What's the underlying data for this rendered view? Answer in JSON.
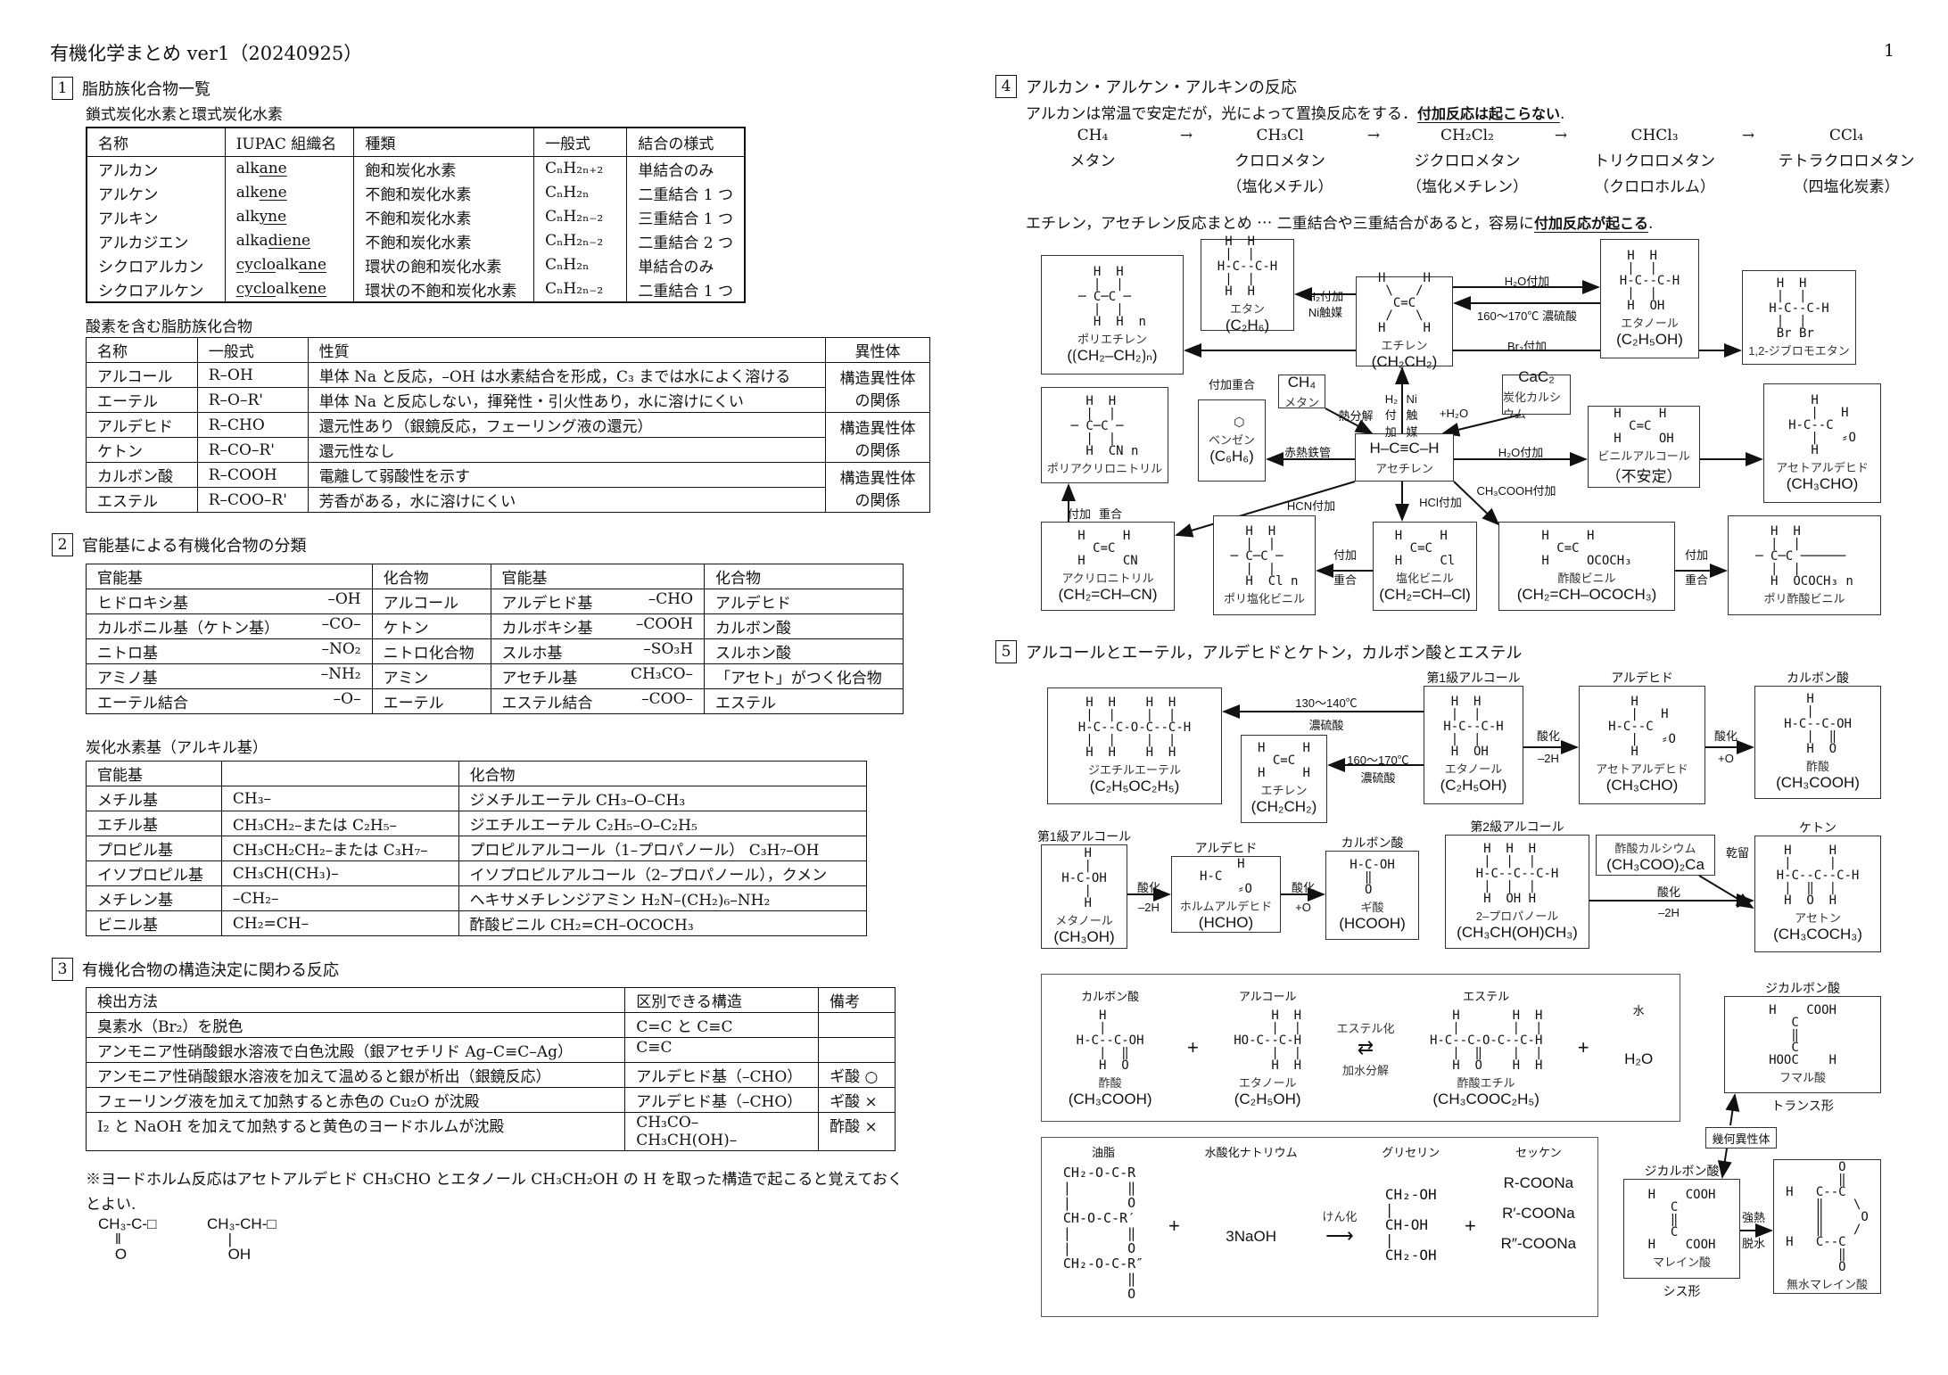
{
  "header": {
    "title": "有機化学まとめ ver1（20240925）",
    "page": "1"
  },
  "s1": {
    "num": "1",
    "title": "脂肪族化合物一覧",
    "sub1": "鎖式炭化水素と環式炭化水素",
    "t1_head": [
      "名称",
      "IUPAC 組織名",
      "種類",
      "一般式",
      "結合の様式"
    ],
    "t1_rows": [
      {
        "name": "アルカン",
        "pre": "alk",
        "suf": "ane",
        "iupac_pre_ul": "",
        "kind": "飽和炭化水素",
        "formula": "CₙH₂ₙ₊₂",
        "bond": "単結合のみ"
      },
      {
        "name": "アルケン",
        "pre": "alk",
        "suf": "ene",
        "iupac_pre_ul": "",
        "kind": "不飽和炭化水素",
        "formula": "CₙH₂ₙ",
        "bond": "二重結合 1 つ"
      },
      {
        "name": "アルキン",
        "pre": "alk",
        "suf": "yne",
        "iupac_pre_ul": "",
        "kind": "不飽和炭化水素",
        "formula": "CₙH₂ₙ₋₂",
        "bond": "三重結合 1 つ"
      },
      {
        "name": "アルカジエン",
        "pre": "alka",
        "suf": "diene",
        "iupac_pre_ul": "",
        "kind": "不飽和炭化水素",
        "formula": "CₙH₂ₙ₋₂",
        "bond": "二重結合 2 つ"
      },
      {
        "name": "シクロアルカン",
        "pre": "cyclo",
        "suf": "ane",
        "iupac_pre_ul": "",
        "mid": "alk",
        "kind": "環状の飽和炭化水素",
        "formula": "CₙH₂ₙ",
        "bond": "単結合のみ"
      },
      {
        "name": "シクロアルケン",
        "pre": "cyclo",
        "suf": "ene",
        "mid": "alk",
        "kind": "環状の不飽和炭化水素",
        "formula": "CₙH₂ₙ₋₂",
        "bond": "二重結合 1 つ"
      }
    ],
    "sub2": "酸素を含む脂肪族化合物",
    "t2_head": [
      "名称",
      "一般式",
      "性質",
      "異性体"
    ],
    "t2_rows": [
      {
        "name": "アルコール",
        "formula": "R–OH",
        "prop": "単体 Na と反応，–OH は水素結合を形成，C₃ までは水によく溶ける"
      },
      {
        "name": "エーテル",
        "formula": "R–O–R'",
        "prop": "単体 Na と反応しない，揮発性・引火性あり，水に溶けにくい"
      },
      {
        "name": "アルデヒド",
        "formula": "R–CHO",
        "prop": "還元性あり（銀鏡反応，フェーリング液の還元）"
      },
      {
        "name": "ケトン",
        "formula": "R–CO–R'",
        "prop": "還元性なし"
      },
      {
        "name": "カルボン酸",
        "formula": "R–COOH",
        "prop": "電離して弱酸性を示す"
      },
      {
        "name": "エステル",
        "formula": "R–COO–R'",
        "prop": "芳香がある，水に溶けにくい"
      }
    ],
    "isomer": [
      "構造異性体",
      "の関係"
    ]
  },
  "s2": {
    "num": "2",
    "title": "官能基による有機化合物の分類",
    "t3_head": [
      "官能基",
      "化合物",
      "官能基",
      "化合物"
    ],
    "t3_rows": [
      [
        "ヒドロキシ基",
        "–OH",
        "アルコール",
        "アルデヒド基",
        "–CHO",
        "アルデヒド"
      ],
      [
        "カルボニル基（ケトン基）",
        "–CO–",
        "ケトン",
        "カルボキシ基",
        "–COOH",
        "カルボン酸"
      ],
      [
        "ニトロ基",
        "–NO₂",
        "ニトロ化合物",
        "スルホ基",
        "–SO₃H",
        "スルホン酸"
      ],
      [
        "アミノ基",
        "–NH₂",
        "アミン",
        "アセチル基",
        "CH₃CO–",
        "「アセト」がつく化合物"
      ],
      [
        "エーテル結合",
        "–O–",
        "エーテル",
        "エステル結合",
        "–COO–",
        "エステル"
      ]
    ],
    "sub": "炭化水素基（アルキル基）",
    "t4_head": [
      "官能基",
      "",
      "化合物"
    ],
    "t4_rows": [
      [
        "メチル基",
        "CH₃–",
        "ジメチルエーテル CH₃–O–CH₃"
      ],
      [
        "エチル基",
        "CH₃CH₂–または C₂H₅–",
        "ジエチルエーテル C₂H₅–O–C₂H₅"
      ],
      [
        "プロピル基",
        "CH₃CH₂CH₂–または C₃H₇–",
        "プロピルアルコール（1–プロパノール） C₃H₇–OH"
      ],
      [
        "イソプロピル基",
        "CH₃CH(CH₃)–",
        "イソプロピルアルコール（2–プロパノール），クメン"
      ],
      [
        "メチレン基",
        "–CH₂–",
        "ヘキサメチレンジアミン H₂N–(CH₂)₆–NH₂"
      ],
      [
        "ビニル基",
        "CH₂=CH–",
        "酢酸ビニル CH₂=CH–OCOCH₃"
      ]
    ]
  },
  "s3": {
    "num": "3",
    "title": "有機化合物の構造決定に関わる反応",
    "t5_head": [
      "検出方法",
      "区別できる構造",
      "備考"
    ],
    "t5_rows": [
      [
        "臭素水（Br₂）を脱色",
        "C=C と C≡C",
        ""
      ],
      [
        "アンモニア性硝酸銀水溶液で白色沈殿（銀アセチリド Ag–C≡C–Ag）",
        "C≡C",
        ""
      ],
      [
        "アンモニア性硝酸銀水溶液を加えて温めると銀が析出（銀鏡反応）",
        "アルデヒド基（–CHO）",
        "ギ酸 ○"
      ],
      [
        "フェーリング液を加えて加熱すると赤色の Cu₂O が沈殿",
        "アルデヒド基（–CHO）",
        "ギ酸 ×"
      ],
      [
        "I₂ と NaOH を加えて加熱すると黄色のヨードホルムが沈殿",
        "CH₃CO–\nCH₃CH(OH)–",
        "酢酸 ×"
      ]
    ],
    "note1": "※ヨードホルム反応はアセトアルデヒド CH₃CHO とエタノール CH₃CH₂OH の H を取った構造で起こると覚えておく",
    "note2": "とよい.",
    "struct1": "CH₃-C-□\n    ‖\n    O",
    "struct2": "CH₃-CH-□\n     |\n     OH"
  },
  "s4": {
    "num": "4",
    "title": "アルカン・アルケン・アルキンの反応",
    "line1": "アルカンは常温で安定だが，光によって置換反応をする．",
    "line1_bold": "付加反応は起こらない",
    "chain": [
      {
        "f": "CH₄",
        "n": "メタン",
        "p": ""
      },
      {
        "f": "CH₃Cl",
        "n": "クロロメタン",
        "p": "（塩化メチル）"
      },
      {
        "f": "CH₂Cl₂",
        "n": "ジクロロメタン",
        "p": "（塩化メチレン）"
      },
      {
        "f": "CHCl₃",
        "n": "トリクロロメタン",
        "p": "（クロロホルム）"
      },
      {
        "f": "CCl₄",
        "n": "テトラクロロメタン",
        "p": "（四塩化炭素）"
      }
    ],
    "arrow": "→",
    "line2": "エチレン，アセチレン反応まとめ ⋯ 二重結合や三重結合があると，容易に",
    "line2_bold": "付加反応が起こる",
    "boxes": [
      {
        "id": "polyethylene",
        "s": "  H  H\n  |  |\n─ C─C ─\n  |  |\n  H  H  n",
        "n": "ポリエチレン",
        "f": "(⟮CH₂–CH₂⟯ₙ)"
      },
      {
        "id": "ethane",
        "s": " H  H\n |  |\nH-C--C-H\n |  |\n H  H",
        "n": "エタン",
        "f": "(C₂H₆)"
      },
      {
        "id": "ethylene",
        "s": "H     H\n \\   /\n  C=C\n /   \\\nH     H",
        "n": "エチレン",
        "f": "(CH₂CH₂)"
      },
      {
        "id": "ethanol",
        "s": " H  H\n |  |\nH-C--C-H\n |  |\n H  OH",
        "n": "エタノール",
        "f": "(C₂H₅OH)"
      },
      {
        "id": "dibromoethane",
        "s": " H  H\n |  |\nH-C--C-H\n |  |\n Br Br",
        "n": "1,2-ジブロモエタン",
        "f": ""
      },
      {
        "id": "methane",
        "s": "",
        "n": "",
        "f": "CH₄",
        "n2": "メタン"
      },
      {
        "id": "cac2",
        "s": "",
        "n": "",
        "f": "CaC₂",
        "n2": "炭化カルシウム"
      },
      {
        "id": "polyacrylonitrile",
        "s": "  H  H\n  |  |\n─ C─C ─\n  |  |\n  H  CN n",
        "n": "ポリアクリロニトリル",
        "f": ""
      },
      {
        "id": "benzene",
        "s": "  ⬡",
        "n": "ベンゼン",
        "f": "(C₆H₆)"
      },
      {
        "id": "acetylene",
        "s": "",
        "n": "アセチレン",
        "f": "H–C≡C–H"
      },
      {
        "id": "vinylalcohol",
        "s": "H     H\n  C=C\nH     OH",
        "n": "ビニルアルコール",
        "f": "（不安定）"
      },
      {
        "id": "acetaldehyde",
        "s": "   H\n   |   H\nH-C--C\n   |   ⸗O\n   H",
        "n": "アセトアルデヒド",
        "f": "(CH₃CHO)"
      },
      {
        "id": "acrylonitrile",
        "s": "H     H\n  C=C\nH     CN",
        "n": "アクリロニトリル",
        "f": "(CH₂=CH–CN)"
      },
      {
        "id": "pvc",
        "s": "  H  H\n  |  |\n─ C─C ─\n  |  |\n  H  Cl n",
        "n": "ポリ塩化ビニル",
        "f": ""
      },
      {
        "id": "vinylchloride",
        "s": "H     H\n  C=C\nH     Cl",
        "n": "塩化ビニル",
        "f": "(CH₂=CH–Cl)"
      },
      {
        "id": "vinylacetate",
        "s": "H     H\n  C=C\nH     OCOCH₃",
        "n": "酢酸ビニル",
        "f": "(CH₂=CH–OCOCH₃)"
      },
      {
        "id": "pvac",
        "s": "  H  H\n  |  |\n─ C─C ──────\n  |  |\n  H  OCOCH₃ n",
        "n": "ポリ酢酸ビニル",
        "f": ""
      }
    ],
    "labels": [
      "H₂付加",
      "Ni触媒",
      "H₂O付加",
      "160〜170℃ 濃硫酸",
      "Br₂付加",
      "付加重合",
      "熱分解",
      "H₂\n付\n加",
      "Ni\n触\n媒",
      "+H₂O",
      "赤熱鉄管",
      "H₂O付加",
      "CH₃COOH付加",
      "HCN付加",
      "HCl付加",
      "付加",
      "重合",
      "付加",
      "重合",
      "付加",
      "重合"
    ]
  },
  "s5": {
    "num": "5",
    "title": "アルコールとエーテル，アルデヒドとケトン，カルボン酸とエステル",
    "boxes": [
      {
        "id": "diethylether",
        "s": " H  H    H  H\n |  |    |  |\nH-C--C-O-C--C-H\n |  |    |  |\n H  H    H  H",
        "n": "ジエチルエーテル",
        "f": "(C₂H₅OC₂H₅)",
        "top": ""
      },
      {
        "id": "ethylene2",
        "s": "H     H\n  C=C\nH     H",
        "n": "エチレン",
        "f": "(CH₂CH₂)",
        "top": ""
      },
      {
        "id": "ethanol2",
        "s": " H  H\n |  |\nH-C--C-H\n |  |\n H  OH",
        "n": "エタノール",
        "f": "(C₂H₅OH)",
        "top": "第1級アルコール"
      },
      {
        "id": "acetaldehyde2",
        "s": "   H\n   |   H\nH-C--C\n   |   ⸗O\n   H",
        "n": "アセトアルデヒド",
        "f": "(CH₃CHO)",
        "top": "アルデヒド"
      },
      {
        "id": "aceticacid",
        "s": "   H\n   |\nH-C--C-OH\n   |  ‖\n   H  O",
        "n": "酢酸",
        "f": "(CH₃COOH)",
        "top": "カルボン酸"
      },
      {
        "id": "methanol",
        "s": "   H\n   |\nH-C-OH\n   |\n   H",
        "n": "メタノール",
        "f": "(CH₃OH)",
        "top": "第1級アルコール"
      },
      {
        "id": "formaldehyde",
        "s": "     H\nH-C\n     ⸗O",
        "n": "ホルムアルデヒド",
        "f": "(HCHO)",
        "top": "アルデヒド"
      },
      {
        "id": "formicacid",
        "s": "H-C-OH\n  ‖\n  O",
        "n": "ギ酸",
        "f": "(HCOOH)",
        "top": "カルボン酸"
      },
      {
        "id": "propanol2",
        "s": " H  H  H\n |  |  |\nH-C--C--C-H\n |  |  |\n H  OH H",
        "n": "2–プロパノール",
        "f": "(CH₃CH(OH)CH₃)",
        "top": "第2級アルコール"
      },
      {
        "id": "caacetate",
        "s": "",
        "n": "酢酸カルシウム",
        "f": "(CH₃COO)₂Ca",
        "top": ""
      },
      {
        "id": "acetone",
        "s": " H     H\n |     |\nH-C--C--C-H\n |  ‖  |\n H  O  H",
        "n": "アセトン",
        "f": "(CH₃COCH₃)",
        "top": "ケトン"
      },
      {
        "id": "fumaric",
        "s": "H    COOH\n   C\n   ‖\n   C\nHOOC    H",
        "n": "フマル酸",
        "f": "",
        "top": "ジカルボン酸",
        "bottom": "トランス形"
      },
      {
        "id": "maleic",
        "s": "H    COOH\n   C\n   ‖\n   C\nH    COOH",
        "n": "マレイン酸",
        "f": "",
        "top": "ジカルボン酸",
        "bottom": "シス形"
      },
      {
        "id": "maleicanhydride",
        "s": "       O\n       ‖\nH   C--C\n    ‖    \\\n    ‖     O\n    ‖    /\nH   C--C\n       ‖\n       O",
        "n": "無水マレイン酸",
        "f": "",
        "top": ""
      }
    ],
    "isomer_label": "幾何異性体",
    "labels": [
      "130〜140℃",
      "濃硫酸",
      "160〜170℃",
      "濃硫酸",
      "酸化",
      "–2H",
      "酸化",
      "+O",
      "酸化",
      "–2H",
      "酸化",
      "+O",
      "酸化",
      "–2H",
      "乾留",
      "強熱",
      "脱水"
    ],
    "ester": {
      "heads": [
        "カルボン酸",
        "アルコール",
        "エステル",
        "水"
      ],
      "acid_s": "   H\n   |\nH-C--C-OH\n   |  ‖\n   H  O",
      "acid_n": "酢酸",
      "acid_f": "(CH₃COOH)",
      "alc_s": "     H  H\n     |  |\nHO-C--C-H\n     |  |\n     H  H",
      "alc_n": "エタノール",
      "alc_f": "(C₂H₅OH)",
      "ester_s": "   H       H  H\n   |       |  |\nH-C--C-O-C--C-H\n   |  ‖    |  |\n   H  O    H  H",
      "ester_n": "酢酸エチル",
      "ester_f": "(CH₃COOC₂H₅)",
      "water": "H₂O",
      "plus": "+",
      "eq": "⇄",
      "fwd": "エステル化",
      "back": "加水分解"
    },
    "soap": {
      "heads": [
        "油脂",
        "水酸化ナトリウム",
        "グリセリン",
        "セッケン"
      ],
      "fat": "CH₂-O-C-R\n|       ‖\n|       O\nCH-O-C-R′\n|       ‖\n|       O\nCH₂-O-C-R″\n        ‖\n        O",
      "naoh": "3NaOH",
      "arrow_label": "けん化",
      "arrow": "⟶",
      "glycerin": "CH₂-OH\n|\nCH-OH\n|\nCH₂-OH",
      "soaps": [
        "R-COONa",
        "R′-COONa",
        "R″-COONa"
      ],
      "plus": "+"
    }
  }
}
